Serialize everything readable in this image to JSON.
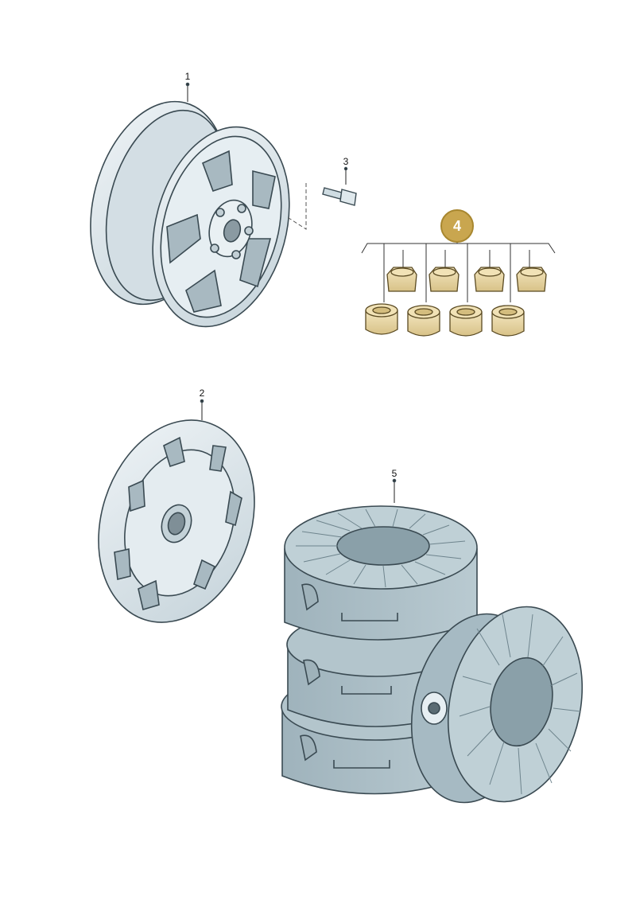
{
  "callouts": {
    "alloy_wheel": "1",
    "hub_cap": "2",
    "wheel_bolt": "3",
    "bolt_caps": "4",
    "wheel_bags": "5"
  },
  "colors": {
    "part_fill": "#dde7ec",
    "part_stroke": "#3a4a52",
    "cap_fill": "#ead9a8",
    "bag_fill": "#a9bcc4",
    "badge": "#c9a64f"
  }
}
